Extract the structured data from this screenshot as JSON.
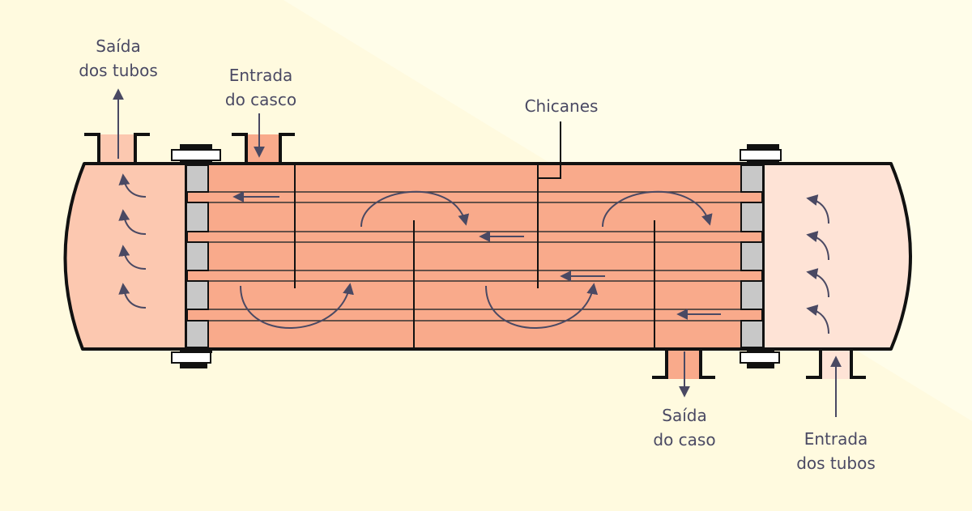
{
  "labels": {
    "tube_outlet": {
      "line1": "Saída",
      "line2": "dos tubos"
    },
    "shell_inlet": {
      "line1": "Entrada",
      "line2": "do casco"
    },
    "baffles": {
      "line1": "Chicanes"
    },
    "shell_outlet": {
      "line1": "Saída",
      "line2": "do caso"
    },
    "tube_inlet": {
      "line1": "Entrada",
      "line2": "dos tubos"
    }
  },
  "colors": {
    "background": "#fffde9",
    "background_band": "#fffadf",
    "shell_fill": "#f9aa8b",
    "left_head_fill": "#fcc8b0",
    "right_head_fill": "#fee3d6",
    "tube_sheet": "#c8c8c8",
    "outline": "#111111",
    "arrow": "#4a4963"
  },
  "icons": {
    "flow_arrow": "arrow-icon",
    "circulation_arrow": "curved-arrow-icon"
  }
}
